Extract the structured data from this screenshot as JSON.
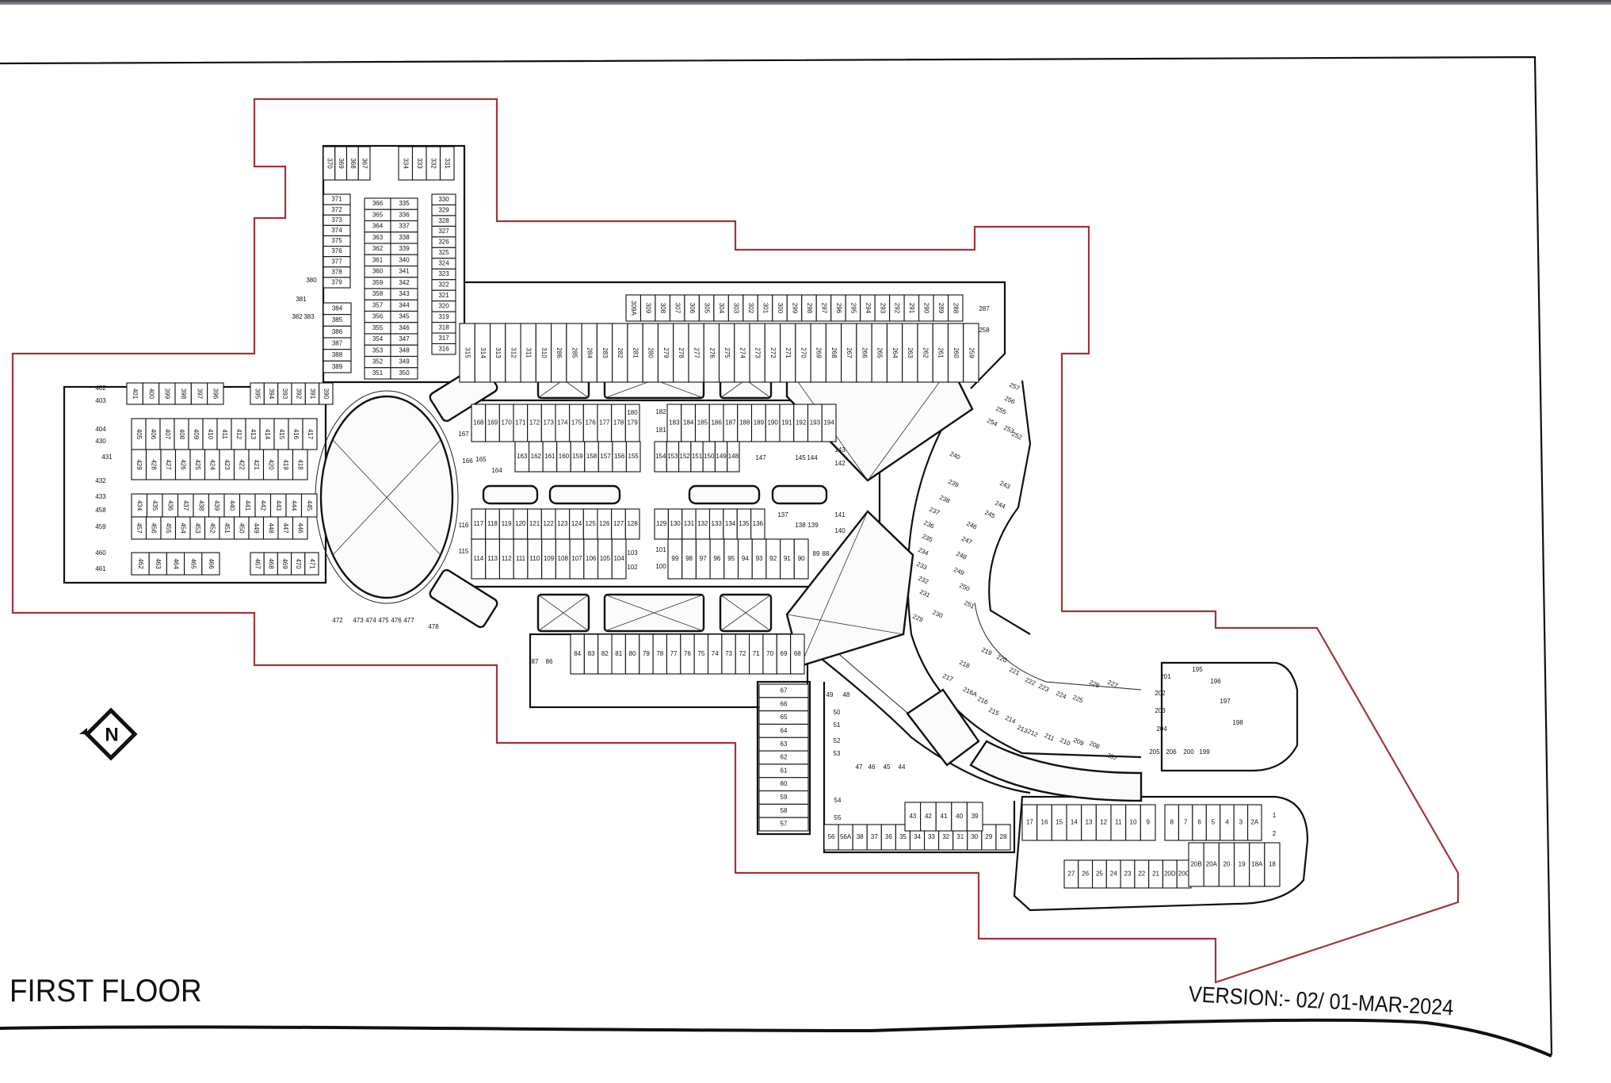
{
  "title": "FIRST FLOOR",
  "version": "VERSION:- 02/ 01-MAR-2024",
  "compass_label": "N",
  "colors": {
    "boundary": "#a0353b",
    "lines": "#111111"
  },
  "shop_blocks": {
    "north_top_a": [
      "370",
      "369",
      "368",
      "367"
    ],
    "north_top_b": [
      "334",
      "333",
      "332",
      "331"
    ],
    "north_col_a": [
      "371",
      "372",
      "373",
      "374",
      "375",
      "376",
      "377",
      "378",
      "379"
    ],
    "north_col_b": [
      "384",
      "385",
      "386",
      "387",
      "388",
      "389"
    ],
    "north_mid_l": [
      "366",
      "365",
      "364",
      "363",
      "362",
      "361",
      "360",
      "359",
      "358",
      "357",
      "356",
      "355",
      "354",
      "353",
      "352",
      "351"
    ],
    "north_mid_r": [
      "335",
      "336",
      "337",
      "338",
      "339",
      "340",
      "341",
      "342",
      "343",
      "344",
      "345",
      "346",
      "347",
      "348",
      "349",
      "350"
    ],
    "north_col_r": [
      "330",
      "329",
      "328",
      "327",
      "326",
      "325",
      "324",
      "323",
      "322",
      "321",
      "320",
      "319",
      "318",
      "317",
      "316"
    ],
    "top_upper": [
      "309A",
      "309",
      "308",
      "307",
      "306",
      "305",
      "304",
      "303",
      "302",
      "301",
      "300",
      "299",
      "298",
      "297",
      "296",
      "295",
      "294",
      "293",
      "292",
      "291",
      "290",
      "289",
      "288"
    ],
    "top_lower": [
      "315",
      "314",
      "313",
      "312",
      "311",
      "310",
      "286",
      "285",
      "284",
      "283",
      "282",
      "281",
      "280",
      "279",
      "278",
      "277",
      "276",
      "275",
      "274",
      "273",
      "272",
      "271",
      "270",
      "269",
      "268",
      "267",
      "266",
      "265",
      "264",
      "263",
      "262",
      "261",
      "260",
      "259"
    ],
    "west_top_a": [
      "401",
      "400",
      "399",
      "398",
      "397",
      "396"
    ],
    "west_top_b": [
      "395",
      "394",
      "393",
      "392",
      "391",
      "390"
    ],
    "west_r1": [
      "405",
      "406",
      "407",
      "408",
      "409",
      "410",
      "411",
      "412",
      "413",
      "414",
      "415",
      "416",
      "417"
    ],
    "west_r2": [
      "429",
      "428",
      "427",
      "426",
      "425",
      "424",
      "423",
      "422",
      "421",
      "420",
      "419",
      "418"
    ],
    "west_r3": [
      "434",
      "435",
      "436",
      "437",
      "438",
      "439",
      "440",
      "441",
      "442",
      "443",
      "444",
      "445"
    ],
    "west_r4": [
      "457",
      "456",
      "455",
      "454",
      "453",
      "452",
      "451",
      "450",
      "449",
      "448",
      "447",
      "446"
    ],
    "west_r5a": [
      "462",
      "463",
      "464",
      "465",
      "466"
    ],
    "west_r5b": [
      "467",
      "468",
      "469",
      "470",
      "471"
    ],
    "cn_tl": [
      "168",
      "169",
      "170",
      "171",
      "172",
      "173",
      "174",
      "175",
      "176",
      "177",
      "178",
      "179"
    ],
    "cn_tr": [
      "183",
      "184",
      "185",
      "186",
      "187",
      "188",
      "189",
      "190",
      "191",
      "192",
      "193",
      "194"
    ],
    "cn_bl": [
      "163",
      "162",
      "161",
      "160",
      "159",
      "158",
      "157",
      "156",
      "155"
    ],
    "cn_br": [
      "154",
      "153",
      "152",
      "151",
      "150",
      "149",
      "148"
    ],
    "cs_tl": [
      "117",
      "118",
      "119",
      "120",
      "121",
      "122",
      "123",
      "124",
      "125",
      "126",
      "127",
      "128"
    ],
    "cs_tr": [
      "129",
      "130",
      "131",
      "132",
      "133",
      "134",
      "135",
      "136"
    ],
    "cs_bl": [
      "114",
      "113",
      "112",
      "111",
      "110",
      "109",
      "108",
      "107",
      "106",
      "105",
      "104"
    ],
    "cs_br": [
      "99",
      "98",
      "97",
      "96",
      "95",
      "94",
      "93",
      "92",
      "91",
      "90"
    ],
    "south_row": [
      "84",
      "83",
      "82",
      "81",
      "80",
      "79",
      "78",
      "77",
      "76",
      "75",
      "74",
      "73",
      "72",
      "71",
      "70",
      "69",
      "68"
    ],
    "south_col": [
      "67",
      "66",
      "65",
      "64",
      "63",
      "62",
      "61",
      "60",
      "59",
      "58",
      "57"
    ],
    "se_bottom": [
      "56",
      "56A",
      "38",
      "37",
      "36",
      "35",
      "34",
      "33",
      "32",
      "31",
      "30",
      "29",
      "28"
    ],
    "se_mid": [
      "43",
      "42",
      "41",
      "40",
      "39"
    ],
    "far_se_upper_a": [
      "17",
      "16",
      "15",
      "14",
      "13",
      "12",
      "11",
      "10",
      "9"
    ],
    "far_se_upper_b": [
      "8",
      "7",
      "6",
      "5",
      "4",
      "3",
      "2A"
    ],
    "far_se_lower_a": [
      "27",
      "26",
      "25",
      "24",
      "23",
      "22",
      "21",
      "20D",
      "20C"
    ],
    "far_se_lower_b": [
      "20B",
      "20A",
      "20",
      "19",
      "18A",
      "18"
    ]
  },
  "misc_shops": {
    "north_misc": [
      "380",
      "381",
      "382",
      "383"
    ],
    "west_col": [
      "402",
      "403",
      "404",
      "430",
      "431",
      "432",
      "433",
      "458",
      "459",
      "460",
      "461"
    ],
    "west_bottom": [
      "472",
      "473",
      "474",
      "475",
      "476",
      "477",
      "478"
    ],
    "top_right": [
      "287",
      "258"
    ],
    "central_misc": [
      "167",
      "166",
      "165",
      "164",
      "180",
      "182",
      "181",
      "147",
      "145",
      "144",
      "143",
      "142",
      "116",
      "137",
      "138",
      "139",
      "141",
      "140",
      "115",
      "103",
      "102",
      "101",
      "100",
      "89",
      "88"
    ],
    "south_misc": [
      "87",
      "86"
    ],
    "se_misc": [
      "49",
      "48",
      "50",
      "51",
      "52",
      "53",
      "47",
      "46",
      "45",
      "44",
      "54",
      "55"
    ],
    "curve_lower": [
      "219",
      "217",
      "218",
      "220",
      "221",
      "222",
      "223",
      "224",
      "225",
      "226",
      "227",
      "216A",
      "216",
      "215",
      "214",
      "213",
      "212",
      "211",
      "210",
      "209",
      "208",
      "207"
    ],
    "east_block": [
      "201",
      "202",
      "203",
      "204",
      "205",
      "206",
      "200",
      "199",
      "195",
      "196",
      "197",
      "198"
    ],
    "curve_upper": [
      "257",
      "256",
      "255",
      "254",
      "253",
      "252",
      "240",
      "243",
      "239",
      "238",
      "237",
      "236",
      "235",
      "234",
      "233",
      "232",
      "231",
      "229",
      "230",
      "244",
      "245",
      "246",
      "247",
      "248",
      "249",
      "250",
      "251"
    ],
    "far_se_misc": [
      "1",
      "2"
    ]
  }
}
